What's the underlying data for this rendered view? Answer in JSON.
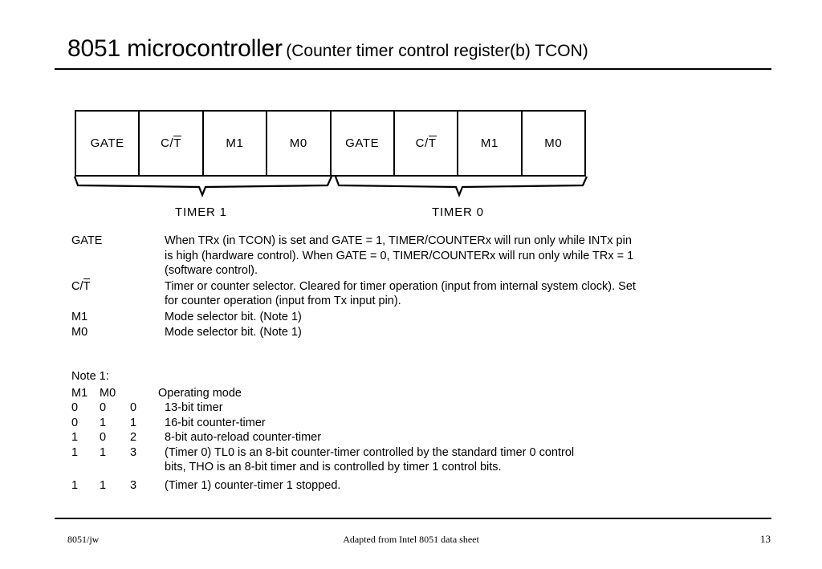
{
  "slide": {
    "title_main": "8051 microcontroller",
    "title_sub": "(Counter timer control register(b) TCON)"
  },
  "register": {
    "cells": [
      {
        "label": "GATE",
        "overline": ""
      },
      {
        "label": "C/",
        "overline": "T"
      },
      {
        "label": "M1",
        "overline": ""
      },
      {
        "label": "M0",
        "overline": ""
      },
      {
        "label": "GATE",
        "overline": ""
      },
      {
        "label": "C/",
        "overline": "T"
      },
      {
        "label": "M1",
        "overline": ""
      },
      {
        "label": "M0",
        "overline": ""
      }
    ],
    "group_labels": {
      "left": "TIMER 1",
      "right": "TIMER 0"
    }
  },
  "descriptions": [
    {
      "label": "GATE",
      "label_overline": "",
      "lines": [
        "When TRx (in TCON) is set and GATE = 1, TIMER/COUNTERx will run only while INTx pin",
        "is high (hardware control).  When GATE = 0, TIMER/COUNTERx will run only while TRx = 1",
        "(software control)."
      ]
    },
    {
      "label": "C/",
      "label_overline": "T",
      "lines": [
        "Timer or counter selector.  Cleared for timer operation (input from internal system clock).  Set",
        "for counter operation (input from Tx input pin)."
      ]
    },
    {
      "label": "M1",
      "label_overline": "",
      "lines": [
        "Mode selector bit.  (Note 1)"
      ]
    },
    {
      "label": "M0",
      "label_overline": "",
      "lines": [
        "Mode selector bit.  (Note 1)"
      ]
    }
  ],
  "note": {
    "title": "Note 1:",
    "headers": {
      "m1": "M1",
      "m0": "M0",
      "mode": "Operating mode"
    },
    "rows": [
      {
        "m1": "0",
        "m0": "0",
        "mode": "0",
        "lines": [
          "13-bit timer"
        ]
      },
      {
        "m1": "0",
        "m0": "1",
        "mode": "1",
        "lines": [
          "16-bit counter-timer"
        ]
      },
      {
        "m1": "1",
        "m0": "0",
        "mode": "2",
        "lines": [
          "8-bit auto-reload counter-timer"
        ]
      },
      {
        "m1": "1",
        "m0": "1",
        "mode": "3",
        "lines": [
          "(Timer 0) TL0 is an 8-bit counter-timer controlled by the standard timer 0 control",
          "bits, THO is an 8-bit timer and is controlled by timer 1 control bits."
        ]
      },
      {
        "m1": "1",
        "m0": "1",
        "mode": "3",
        "lines": [
          "(Timer 1) counter-timer 1 stopped."
        ]
      }
    ]
  },
  "footer": {
    "left": "8051/jw",
    "center": "Adapted from Intel 8051 data sheet",
    "page": "13"
  }
}
